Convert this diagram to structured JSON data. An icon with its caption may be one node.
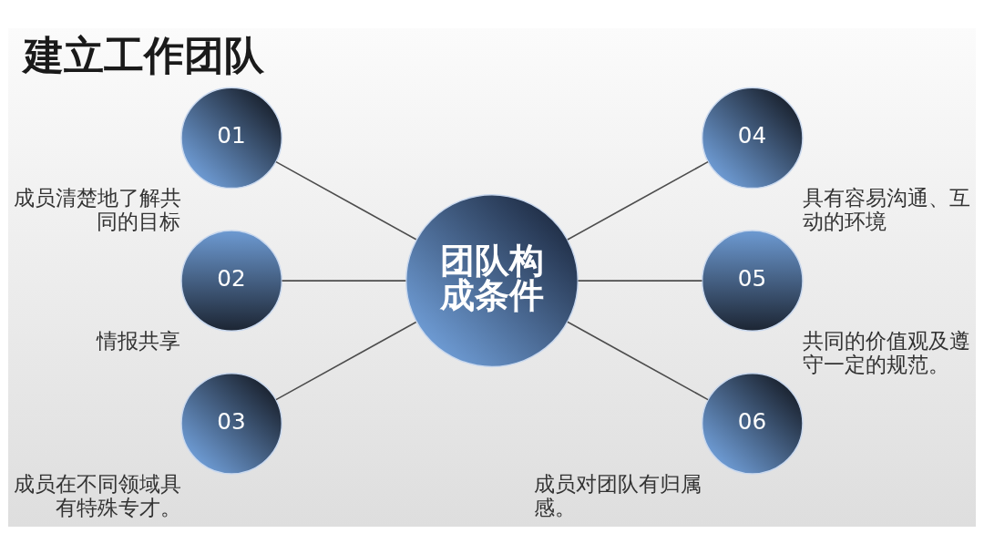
{
  "diagram": {
    "title": "建立工作团队",
    "nodes": [
      {
        "text": [
          "01"
        ],
        "beside": [
          "成员清楚地了解共同的目标"
        ]
      },
      {
        "text": [
          "04"
        ],
        "beside": [
          "具有容易沟通、互动的环境"
        ]
      },
      {
        "text": [
          "团队构成条件"
        ]
      },
      {
        "text": [
          "02"
        ],
        "beside": [
          "情报共享"
        ]
      },
      {
        "text": [
          "05"
        ],
        "beside": [
          "共同的价值观及遵守一定的规范。"
        ]
      },
      {
        "text": [
          "03"
        ],
        "beside": [
          "成员在不同领域具有特殊专才。"
        ]
      },
      {
        "text": [
          "06"
        ],
        "beside": [
          "成员对团队有归属感。"
        ]
      }
    ],
    "edges": [
      {
        "from": 0,
        "to": 2,
        "arrow": "none"
      },
      {
        "from": 2,
        "to": 1,
        "arrow": "none"
      },
      {
        "from": 3,
        "to": 2,
        "arrow": "none"
      },
      {
        "from": 2,
        "to": 4,
        "arrow": "none"
      },
      {
        "from": 5,
        "to": 2,
        "arrow": "none"
      },
      {
        "from": 2,
        "to": 6,
        "arrow": "none"
      }
    ]
  }
}
